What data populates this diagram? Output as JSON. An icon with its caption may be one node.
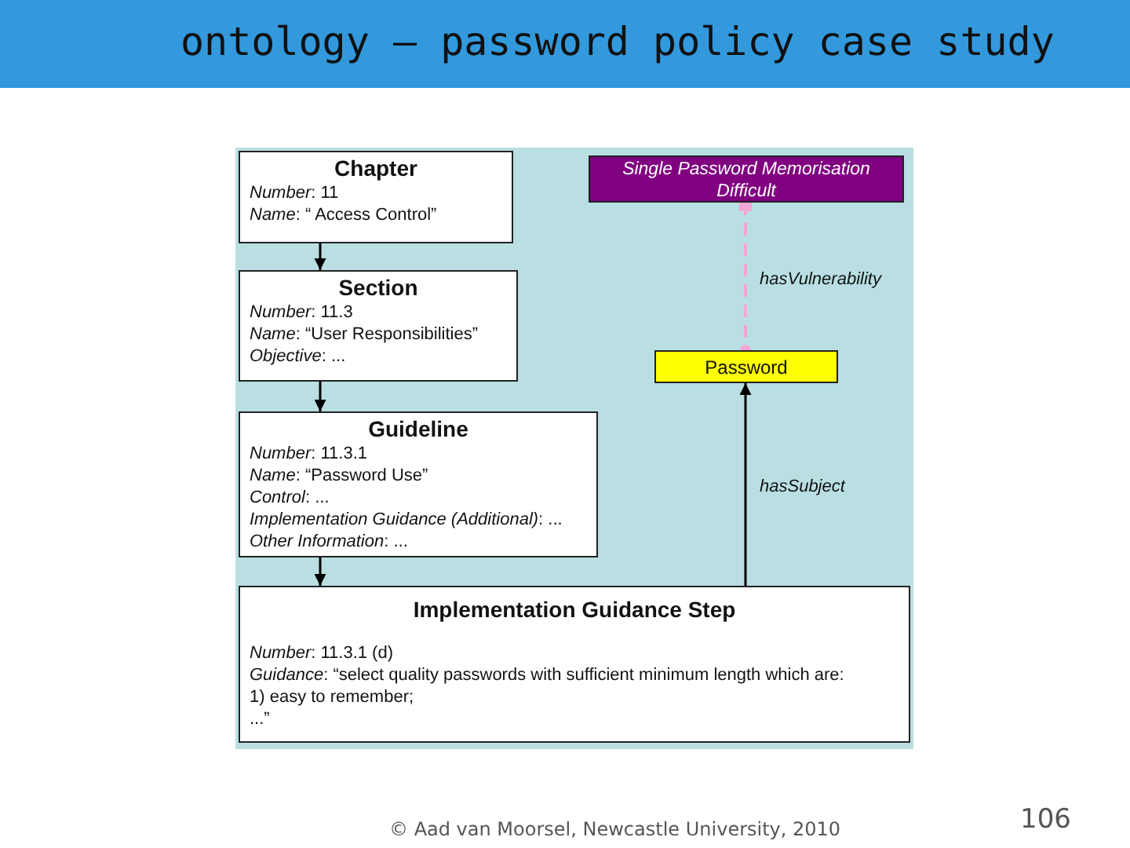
{
  "diagram": {
    "title": "ontology – password policy case study",
    "nodes": [
      {
        "text": [
          "Chapter",
          "*Number*: 11",
          "*Name*: “ Access Control”"
        ]
      },
      {
        "text": [
          "Section",
          "*Number*: 11.3",
          "*Name*: “User Responsibilities”",
          "*Objective*: ..."
        ]
      },
      {
        "text": [
          "Guideline",
          "*Number*: 11.3.1",
          "*Name*: “Password Use”",
          "*Control*: ...",
          "*Implementation Guidance (Additional)*: ...",
          "*Other Information*: ..."
        ]
      },
      {
        "text": [
          "Implementation Guidance Step",
          "*Number*: 11.3.1 (d)",
          "*Guidance*: “select quality passwords with sufficient minimum length which are:",
          "1) easy to remember;",
          "...”"
        ]
      },
      {
        "text": [
          "Single Password Memorisation Difficult"
        ]
      },
      {
        "text": [
          "Password"
        ]
      }
    ],
    "edges": [
      {
        "from": 0,
        "to": 1,
        "arrow": "to"
      },
      {
        "from": 1,
        "to": 2,
        "arrow": "to"
      },
      {
        "from": 2,
        "to": 3,
        "arrow": "to"
      },
      {
        "from": 3,
        "to": 5,
        "arrow": "to",
        "label": "hasSubject"
      },
      {
        "from": 4,
        "to": 5,
        "arrow": "other",
        "label": "hasVulnerability",
        "style": "dashed",
        "color": "#f4a6d7"
      }
    ],
    "labels": [
      "© Aad van Moorsel, Newcastle University, 2010",
      "106"
    ]
  }
}
